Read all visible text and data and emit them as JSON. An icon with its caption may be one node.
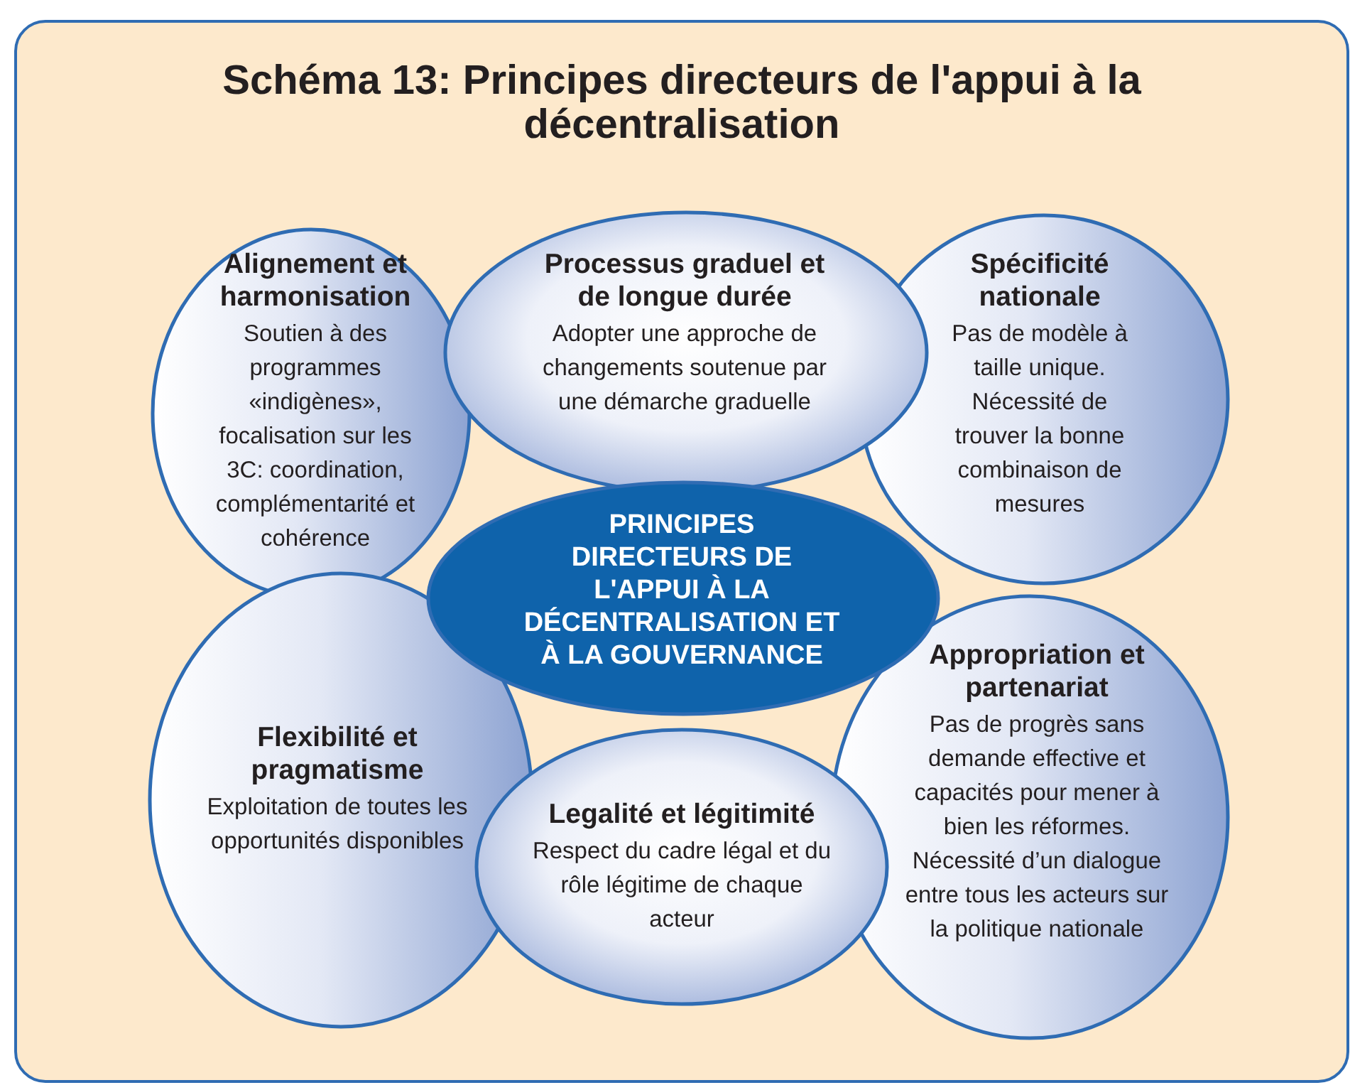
{
  "diagram": {
    "title": "Schéma 13: Principes directeurs de l'appui à la décentralisation",
    "nodes": [
      {
        "text": [
          "Alignement et harmonisation",
          "Soutien à des programmes «indigènes», focalisation sur les 3C: coordination, complémentarité et cohérence"
        ]
      },
      {
        "text": [
          "Processus graduel et de longue durée",
          "Adopter une approche de changements soutenue par une démarche graduelle"
        ]
      },
      {
        "text": [
          "Spécificité nationale",
          "Pas de modèle à taille unique. Nécessité de trouver la bonne combinaison de mesures"
        ]
      },
      {
        "text": [
          "Flexibilité et pragmatisme",
          "Exploitation de toutes les opportunités disponibles"
        ]
      },
      {
        "text": [
          "Legalité et légitimité",
          "Respect du cadre légal et du rôle légitime de chaque acteur"
        ]
      },
      {
        "text": [
          "Appropriation et partenariat",
          "Pas de progrès sans demande effective et capacités pour mener à bien les réformes. Nécessité d’un dialogue entre tous les acteurs sur la politique nationale"
        ]
      },
      {
        "text": [
          "PRINCIPES DIRECTEURS DE L'APPUI À LA DÉCENTRALISATION ET À LA GOUVERNANCE"
        ]
      }
    ],
    "edges": []
  }
}
